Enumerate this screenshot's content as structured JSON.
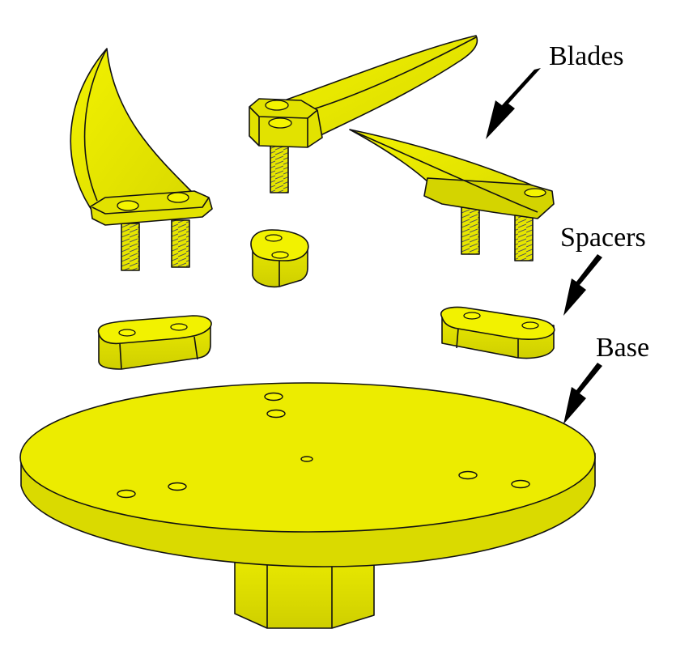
{
  "labels": {
    "blades": "Blades",
    "spacers": "Spacers",
    "base": "Base"
  },
  "colors": {
    "part_fill": "#ECEC00",
    "part_shade": "#D6D600",
    "part_dark": "#BDBD00",
    "outline": "#111111",
    "arrow": "#000000"
  }
}
